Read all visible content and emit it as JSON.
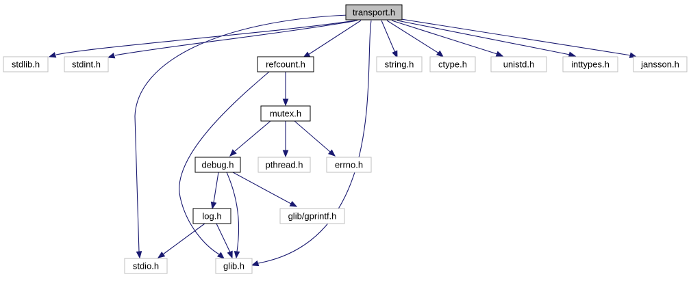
{
  "graph": {
    "title": "",
    "colors": {
      "edge": "#191970",
      "root_fill": "#bfbfbf",
      "root_border": "#000000",
      "local_border": "#000000",
      "system_border": "#bfbfbf",
      "fill": "#ffffff"
    },
    "nodes": [
      {
        "id": "transport",
        "label": "transport.h",
        "kind": "root"
      },
      {
        "id": "stdlib",
        "label": "stdlib.h",
        "kind": "system"
      },
      {
        "id": "stdint",
        "label": "stdint.h",
        "kind": "system"
      },
      {
        "id": "refcount",
        "label": "refcount.h",
        "kind": "local"
      },
      {
        "id": "string",
        "label": "string.h",
        "kind": "system"
      },
      {
        "id": "ctype",
        "label": "ctype.h",
        "kind": "system"
      },
      {
        "id": "unistd",
        "label": "unistd.h",
        "kind": "system"
      },
      {
        "id": "inttypes",
        "label": "inttypes.h",
        "kind": "system"
      },
      {
        "id": "jansson",
        "label": "jansson.h",
        "kind": "system"
      },
      {
        "id": "mutex",
        "label": "mutex.h",
        "kind": "local"
      },
      {
        "id": "debug",
        "label": "debug.h",
        "kind": "local"
      },
      {
        "id": "pthread",
        "label": "pthread.h",
        "kind": "system"
      },
      {
        "id": "errno",
        "label": "errno.h",
        "kind": "system"
      },
      {
        "id": "log",
        "label": "log.h",
        "kind": "local"
      },
      {
        "id": "gprintf",
        "label": "glib/gprintf.h",
        "kind": "system"
      },
      {
        "id": "stdio",
        "label": "stdio.h",
        "kind": "system"
      },
      {
        "id": "glib",
        "label": "glib.h",
        "kind": "system"
      }
    ],
    "edges": [
      {
        "from": "transport",
        "to": "stdlib"
      },
      {
        "from": "transport",
        "to": "stdint"
      },
      {
        "from": "transport",
        "to": "refcount"
      },
      {
        "from": "transport",
        "to": "string"
      },
      {
        "from": "transport",
        "to": "ctype"
      },
      {
        "from": "transport",
        "to": "unistd"
      },
      {
        "from": "transport",
        "to": "inttypes"
      },
      {
        "from": "transport",
        "to": "jansson"
      },
      {
        "from": "transport",
        "to": "stdio"
      },
      {
        "from": "transport",
        "to": "glib"
      },
      {
        "from": "refcount",
        "to": "mutex"
      },
      {
        "from": "refcount",
        "to": "glib"
      },
      {
        "from": "mutex",
        "to": "debug"
      },
      {
        "from": "mutex",
        "to": "pthread"
      },
      {
        "from": "mutex",
        "to": "errno"
      },
      {
        "from": "debug",
        "to": "log"
      },
      {
        "from": "debug",
        "to": "gprintf"
      },
      {
        "from": "debug",
        "to": "glib"
      },
      {
        "from": "log",
        "to": "stdio"
      },
      {
        "from": "log",
        "to": "glib"
      }
    ]
  }
}
